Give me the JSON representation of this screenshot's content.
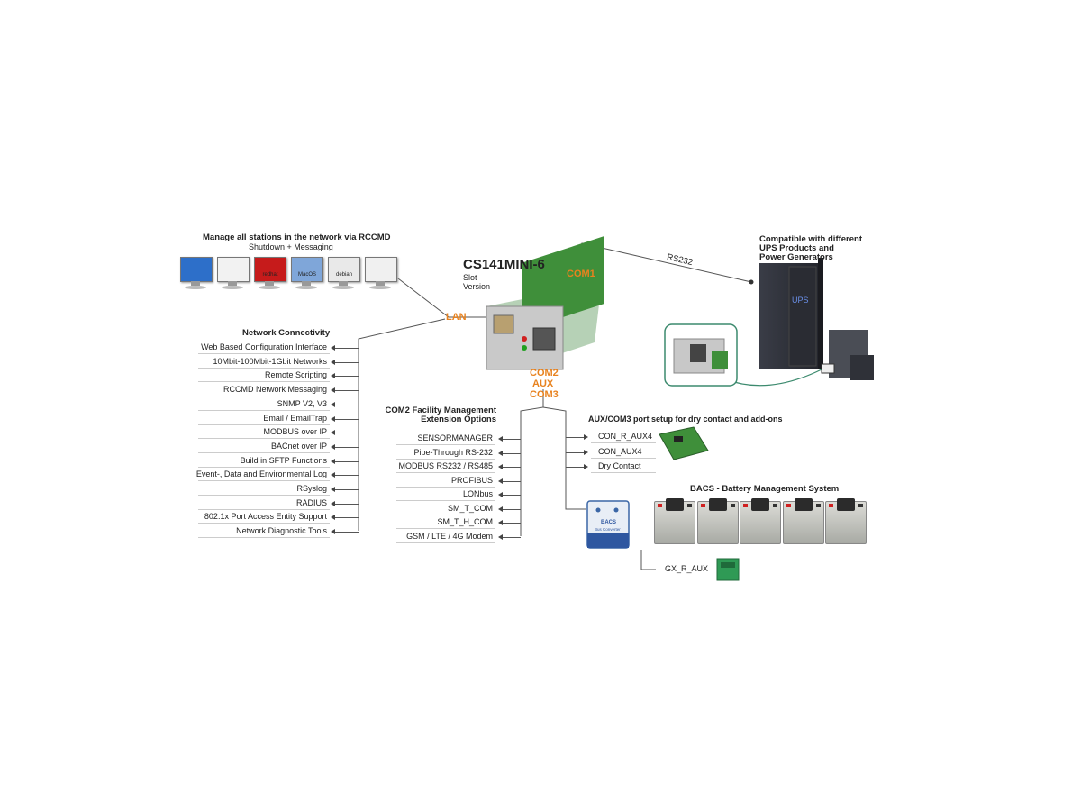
{
  "header": {
    "manage_title": "Manage all stations in the network via RCCMD",
    "manage_sub": "Shutdown + Messaging"
  },
  "os_icons": [
    "windows-icon",
    "linux-icon",
    "redhat-icon",
    "macos-icon",
    "debian-icon",
    "ubuntu-icon"
  ],
  "os_labels": {
    "redhat": "redhat",
    "macos": "MacOS",
    "debian": "debian"
  },
  "device": {
    "name": "CS141MINI-6",
    "version_line1": "Slot",
    "version_line2": "Version"
  },
  "ports": {
    "lan": "LAN",
    "com1": "COM1",
    "com2": "COM2",
    "aux": "AUX",
    "com3": "COM3",
    "rs232": "RS232"
  },
  "compatible": {
    "line1": "Compatible with different",
    "line2": "UPS Products and",
    "line3": "Power Generators",
    "ups_label": "UPS"
  },
  "network": {
    "title": "Network Connectivity",
    "items": [
      "Web Based Configuration Interface",
      "10Mbit-100Mbit-1Gbit Networks",
      "Remote Scripting",
      "RCCMD Network Messaging",
      "SNMP V2, V3",
      "Email / EmailTrap",
      "MODBUS over IP",
      "BACnet over IP",
      "Build in SFTP Functions",
      "Event-, Data and Environmental Log",
      "RSyslog",
      "RADIUS",
      "802.1x Port Access Entity Support",
      "Network Diagnostic Tools"
    ]
  },
  "com2": {
    "title_line1": "COM2 Facility Management",
    "title_line2": "Extension Options",
    "items": [
      "SENSORMANAGER",
      "Pipe-Through RS-232",
      "MODBUS RS232 / RS485",
      "PROFIBUS",
      "LONbus",
      "SM_T_COM",
      "SM_T_H_COM",
      "GSM / LTE / 4G Modem"
    ]
  },
  "aux": {
    "title": "AUX/COM3 port setup for dry contact and add-ons",
    "items": [
      "CON_R_AUX4",
      "CON_AUX4",
      "Dry Contact"
    ]
  },
  "bacs": {
    "title": "BACS - Battery Management System",
    "converter_label": "BACS",
    "converter_sub": "Bus Converter",
    "gx_label": "GX_R_AUX"
  },
  "colors": {
    "orange": "#e8821e",
    "line": "#555555",
    "pcb_green": "#3f8f3a"
  }
}
